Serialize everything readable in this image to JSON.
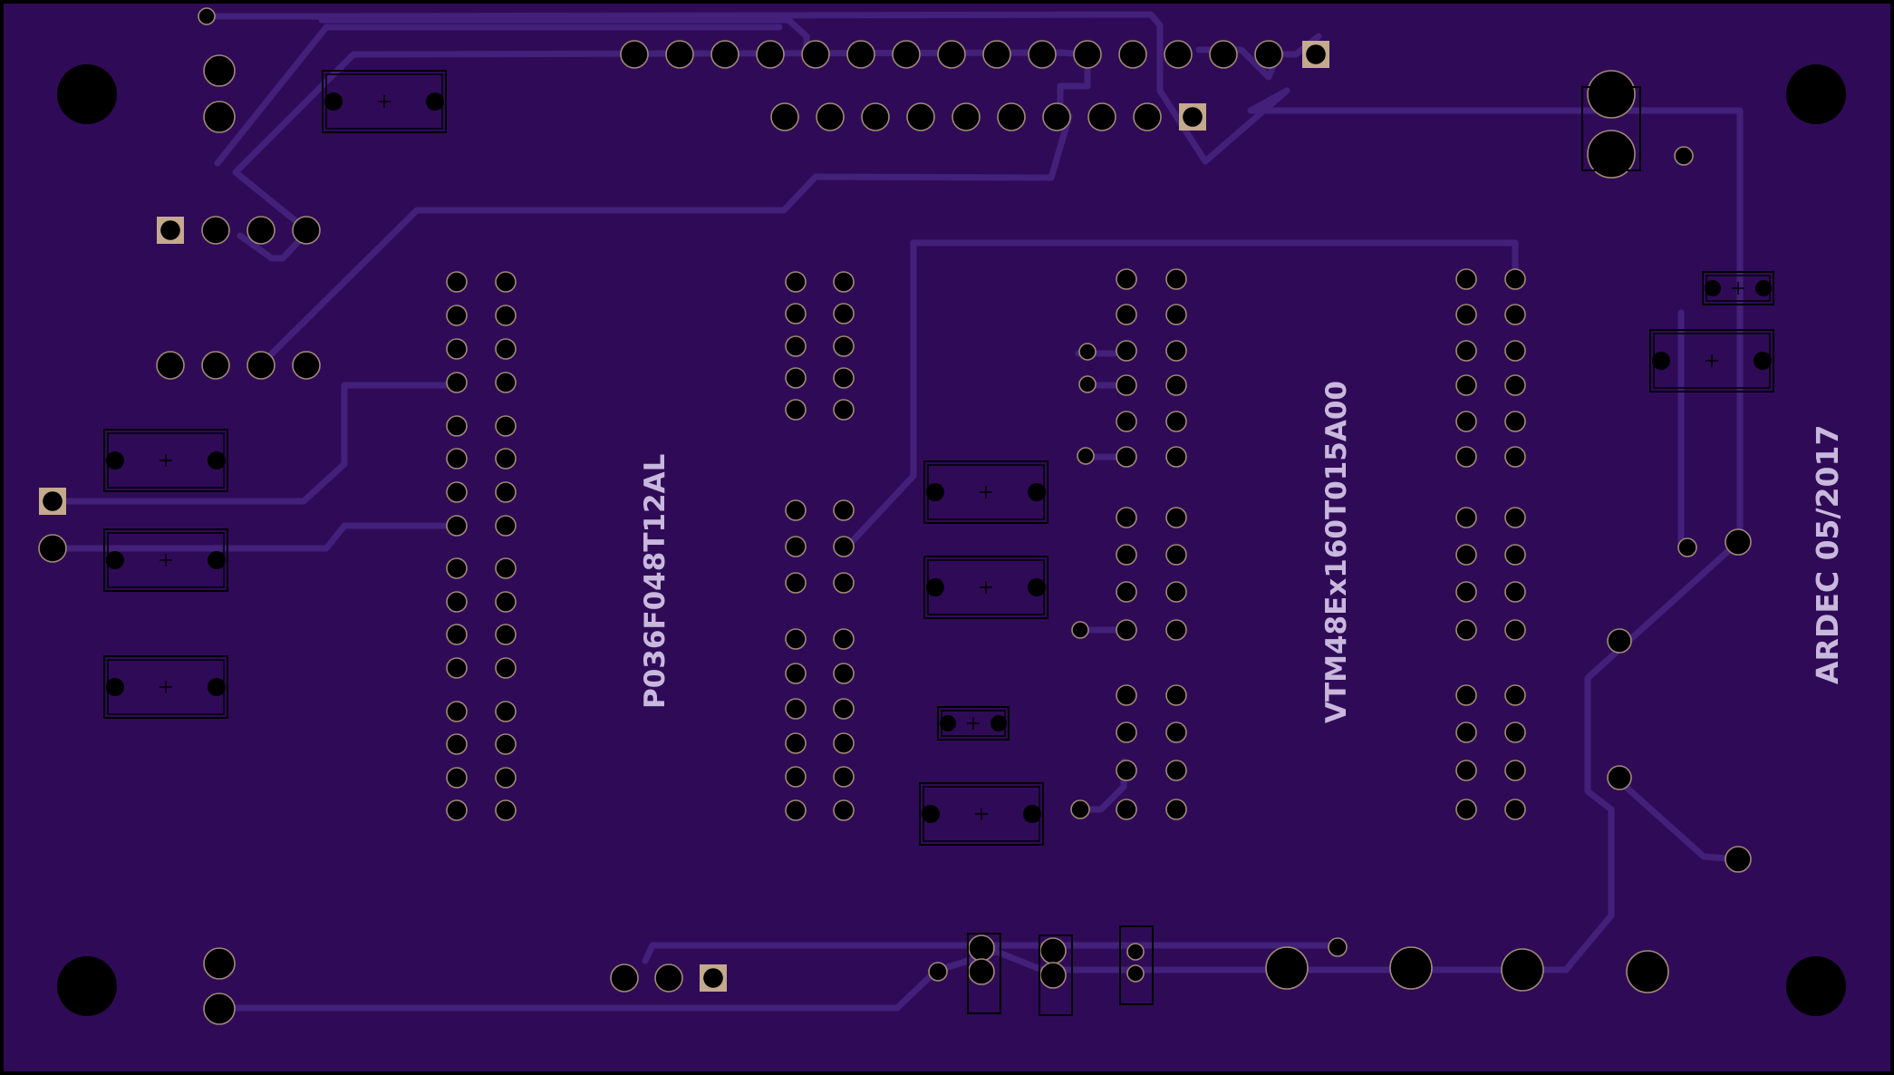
{
  "board": {
    "fill": "#2f0b57",
    "trace_color": "#43217a",
    "pad_color": "#000000",
    "pad_ring_color": "#a08a74",
    "square_pad_color": "#c4a98c",
    "silk_color": "#c9b8dd",
    "outline_color": "#000000"
  },
  "labels": {
    "display_part_left": "P036F048T12AL",
    "display_part_right": "VTM48Ex160T015A00",
    "signature": "ARDEC 05/2017"
  },
  "icons": {
    "mount_hole": "mounting-hole-icon",
    "component": "smd-component-icon"
  }
}
